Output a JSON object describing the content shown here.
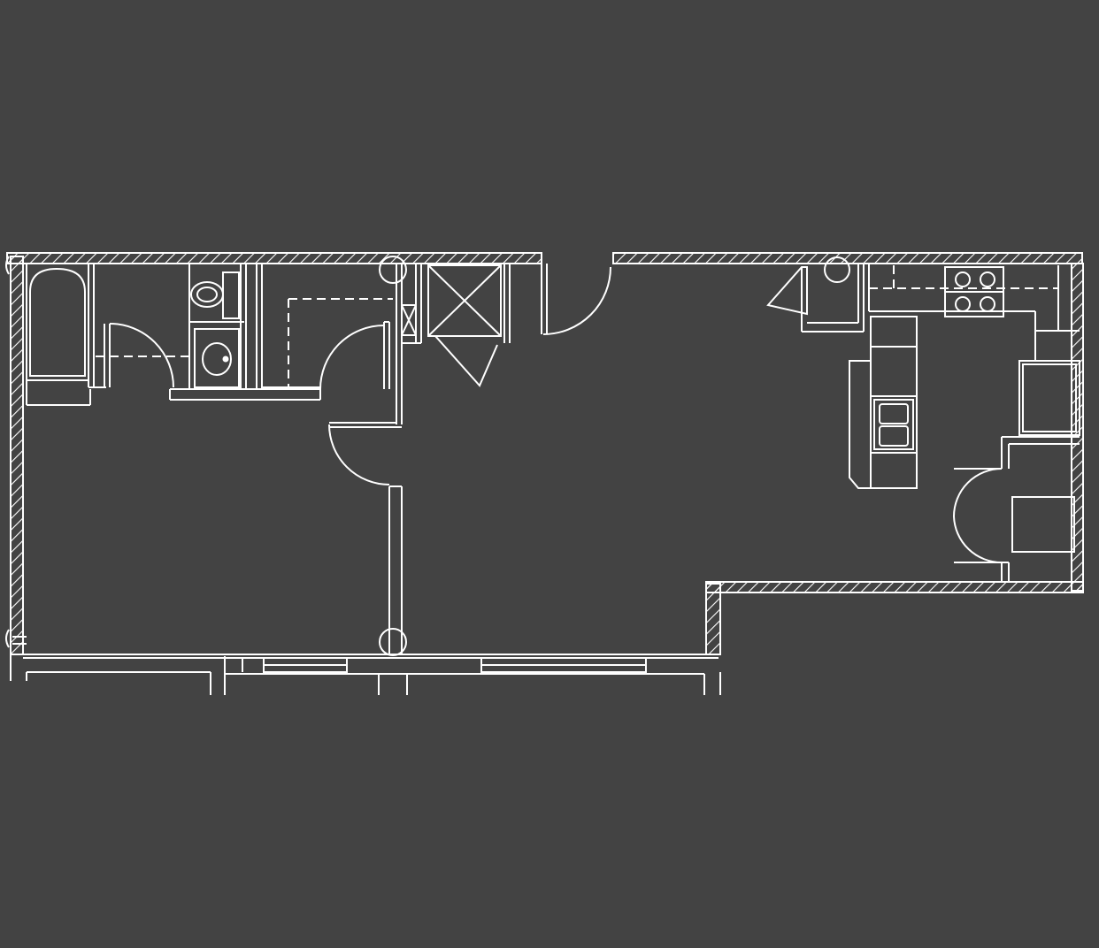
{
  "colors": {
    "background": "#434343",
    "line": "#ffffff"
  },
  "plan": {
    "type": "floor-plan",
    "rooms": [
      {
        "id": "bathroom",
        "fixtures": [
          "bathtub",
          "toilet",
          "sink"
        ]
      },
      {
        "id": "closet",
        "fixtures": [
          "closet-shelf"
        ]
      },
      {
        "id": "bedroom",
        "fixtures": []
      },
      {
        "id": "living-room",
        "fixtures": [
          "front-door"
        ]
      },
      {
        "id": "kitchen",
        "fixtures": [
          "stove",
          "kitchen-sink",
          "refrigerator",
          "counter"
        ]
      },
      {
        "id": "laundry",
        "fixtures": [
          "washer-dryer"
        ]
      }
    ],
    "icons": [
      "bathtub-icon",
      "toilet-icon",
      "sink-icon",
      "stove-icon",
      "double-sink-icon",
      "refrigerator-icon",
      "washer-icon"
    ]
  }
}
